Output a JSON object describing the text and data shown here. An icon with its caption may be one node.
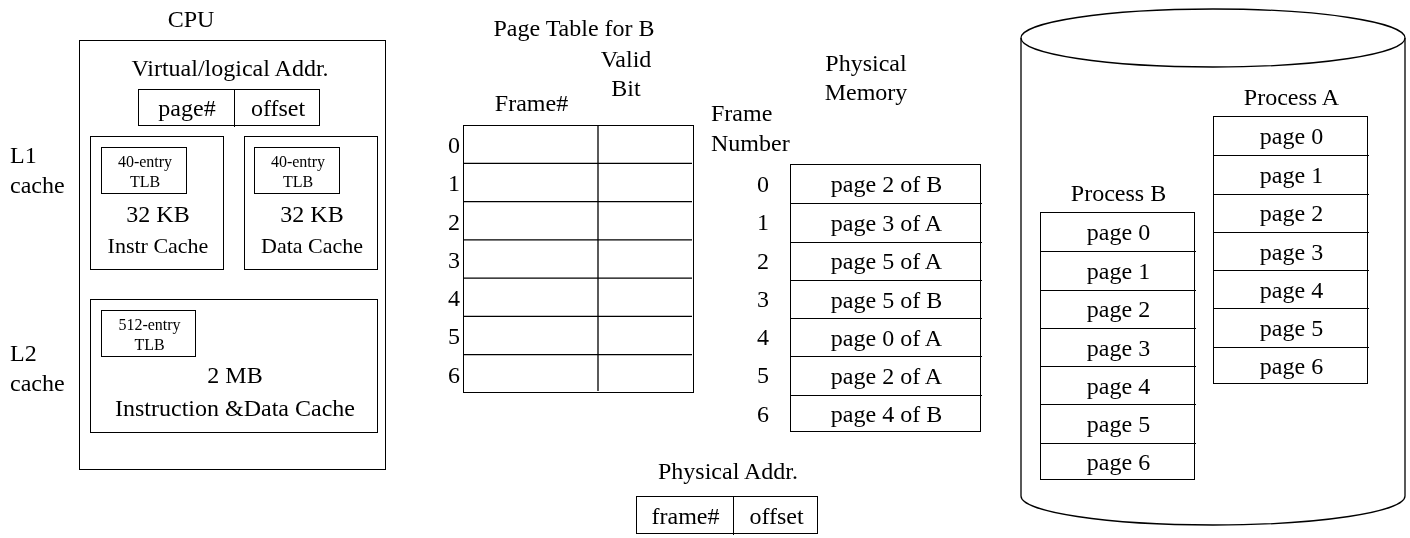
{
  "diagram": {
    "nodes": [
      {
        "text": [
          "CPU"
        ]
      },
      {
        "text": [
          "Virtual/logical Addr."
        ],
        "in": 0
      },
      {
        "text": [
          "page#"
        ],
        "in": 1
      },
      {
        "text": [
          "offset"
        ],
        "in": 1
      },
      {
        "text": [
          "32 KB",
          "Instr Cache"
        ],
        "in": 0
      },
      {
        "text": [
          "40-entry TLB"
        ],
        "in": 4
      },
      {
        "text": [
          "32 KB",
          "Data Cache"
        ],
        "in": 0
      },
      {
        "text": [
          "40-entry TLB"
        ],
        "in": 6
      },
      {
        "text": [
          "2 MB",
          "Instruction &Data Cache"
        ],
        "in": 0
      },
      {
        "text": [
          "512-entry TLB"
        ],
        "in": 8
      },
      {
        "text": [
          "Page Table for B",
          "Frame#",
          "Valid Bit"
        ]
      },
      {
        "text": [
          "Physical Memory"
        ]
      },
      {
        "text": [
          "page 2 of B"
        ],
        "in": 11
      },
      {
        "text": [
          "page 3 of A"
        ],
        "in": 11
      },
      {
        "text": [
          "page 5 of A"
        ],
        "in": 11
      },
      {
        "text": [
          "page 5 of B"
        ],
        "in": 11
      },
      {
        "text": [
          "page 0 of A"
        ],
        "in": 11
      },
      {
        "text": [
          "page 2 of A"
        ],
        "in": 11
      },
      {
        "text": [
          "page 4 of B"
        ],
        "in": 11
      },
      {
        "text": [
          "Physical Addr."
        ]
      },
      {
        "text": [
          "frame#"
        ],
        "in": 19
      },
      {
        "text": [
          "offset"
        ],
        "in": 19
      },
      {
        "text": [],
        "shape": "cylinder"
      },
      {
        "text": [
          "Process B"
        ],
        "in": 22
      },
      {
        "text": [
          "page 0"
        ],
        "in": 23
      },
      {
        "text": [
          "page 1"
        ],
        "in": 23
      },
      {
        "text": [
          "page 2"
        ],
        "in": 23
      },
      {
        "text": [
          "page 3"
        ],
        "in": 23
      },
      {
        "text": [
          "page 4"
        ],
        "in": 23
      },
      {
        "text": [
          "page 5"
        ],
        "in": 23
      },
      {
        "text": [
          "page 6"
        ],
        "in": 23
      },
      {
        "text": [
          "Process A"
        ],
        "in": 22
      },
      {
        "text": [
          "page 0"
        ],
        "in": 31
      },
      {
        "text": [
          "page 1"
        ],
        "in": 31
      },
      {
        "text": [
          "page 2"
        ],
        "in": 31
      },
      {
        "text": [
          "page 3"
        ],
        "in": 31
      },
      {
        "text": [
          "page 4"
        ],
        "in": 31
      },
      {
        "text": [
          "page 5"
        ],
        "in": 31
      },
      {
        "text": [
          "page 6"
        ],
        "in": 31
      }
    ],
    "labels": [
      "L1 cache",
      "L2 cache",
      "0",
      "1",
      "2",
      "3",
      "4",
      "5",
      "6",
      "Frame Number",
      "0",
      "1",
      "2",
      "3",
      "4",
      "5",
      "6"
    ]
  }
}
